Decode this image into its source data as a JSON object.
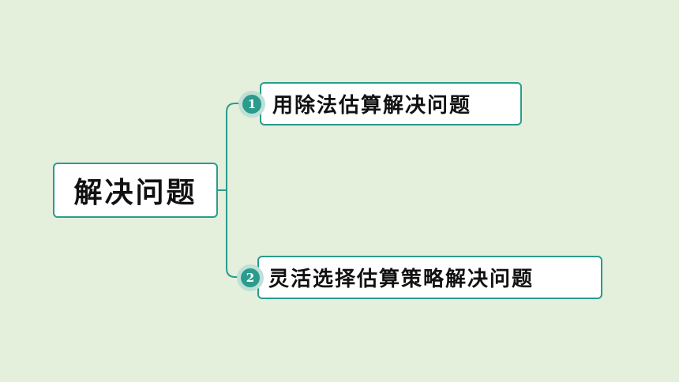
{
  "diagram": {
    "root": {
      "label": "解决问题"
    },
    "branches": [
      {
        "number": "1",
        "label": "用除法估算解决问题"
      },
      {
        "number": "2",
        "label": "灵活选择估算策略解决问题"
      }
    ]
  },
  "colors": {
    "background": "#e4efdc",
    "accent": "#2a9b8c",
    "badge_halo": "#bfe0d6",
    "box_fill": "#ffffff",
    "text": "#111111"
  }
}
